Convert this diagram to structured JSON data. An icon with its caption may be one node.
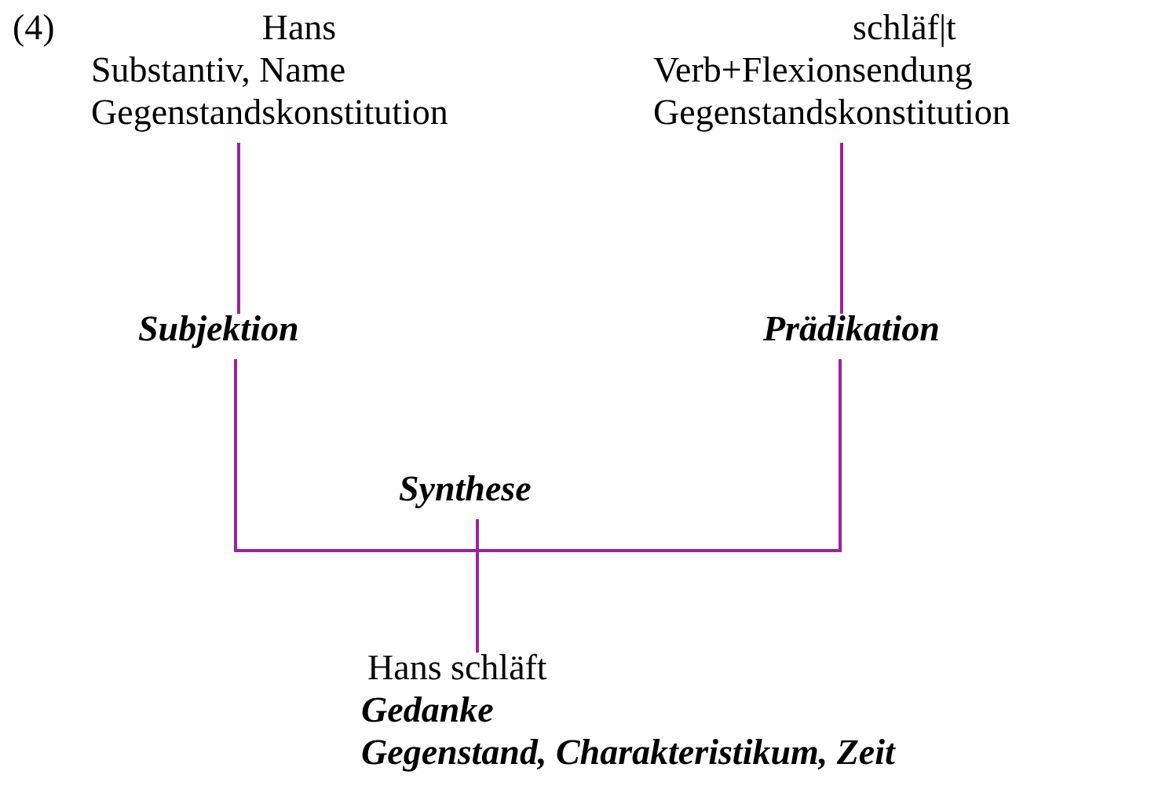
{
  "diagram": {
    "nodes": [
      {
        "text": [
          "Hans",
          "Substantiv, Name",
          "Gegenstandskonstitution"
        ]
      },
      {
        "text": [
          "schläf|t",
          "Verb+Flexionsendung",
          "Gegenstandskonstitution"
        ]
      },
      {
        "text": [
          "Subjektion"
        ]
      },
      {
        "text": [
          "Prädikation"
        ]
      },
      {
        "text": [
          "Synthese"
        ]
      },
      {
        "text": [
          "Hans schläft",
          "Gedanke",
          "Gegenstand, Charakteristikum, Zeit"
        ]
      }
    ],
    "edges": [
      {
        "from": 0,
        "to": 2,
        "arrow": "none"
      },
      {
        "from": 1,
        "to": 3,
        "arrow": "none"
      },
      {
        "from": 2,
        "to": 5,
        "arrow": "none"
      },
      {
        "from": 3,
        "to": 5,
        "arrow": "none"
      },
      {
        "from": 4,
        "to": 5,
        "arrow": "none"
      }
    ],
    "labels": [
      "(4)"
    ]
  }
}
